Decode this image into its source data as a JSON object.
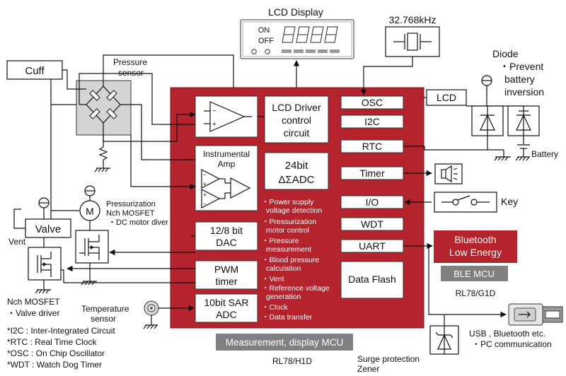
{
  "labels": {
    "lcd_display": "LCD Display",
    "lcd_on": "ON",
    "lcd_off": "OFF",
    "crystal": "32.768kHz",
    "diode": "Diode",
    "diode_desc_1": "・Prevent",
    "diode_desc_2": "battery",
    "diode_desc_3": "inversion",
    "lcd": "LCD",
    "battery": "Battery",
    "key": "Key",
    "cuff": "Cuff",
    "pressure_sensor_1": "Pressure",
    "pressure_sensor_2": "sensor",
    "pressurization_1": "Pressurization",
    "pressurization_2": "Nch MOSFET",
    "pressurization_3": "・DC motor diver",
    "motor": "M",
    "valve": "Valve",
    "vent": "Vent",
    "nch_mosfet": "Nch MOSFET",
    "valve_driver": "・Valve driver",
    "temp_sensor_1": "Temperature",
    "temp_sensor_2": "sensor",
    "usb_1": "USB , Bluetooth etc.",
    "usb_2": "・PC communication",
    "surge_1": "Surge protection",
    "surge_2": "Zener"
  },
  "mcu": {
    "instr_amp_1": "Instrumental",
    "instr_amp_2": "Amp",
    "lcd_driver_1": "LCD Driver",
    "lcd_driver_2": "control",
    "lcd_driver_3": "circuit",
    "adc24_1": "24bit",
    "adc24_2": "ΔΣADC",
    "dac_1": "12/8 bit",
    "dac_2": "DAC",
    "pwm_1": "PWM",
    "pwm_2": "timer",
    "sar_1": "10bit SAR",
    "sar_2": "ADC",
    "osc": "OSC",
    "i2c": "I2C",
    "rtc": "RTC",
    "timer": "Timer",
    "io": "I/O",
    "wdt": "WDT",
    "uart": "UART",
    "data_flash": "Data Flash",
    "functions": [
      "・Power supply",
      "  voltage detection",
      "・Pressurization",
      "  motor control",
      "・Pressure",
      "  measurement",
      "・Blood pressure",
      "  calculation",
      "・Vent",
      "・Reference voltage",
      "  generation",
      "・Clock",
      "・Data transfer"
    ],
    "caption": "Measurement, display MCU",
    "part": "RL78/H1D"
  },
  "ble": {
    "line1": "Bluetooth",
    "line2": "Low Energy",
    "caption": "BLE MCU",
    "part": "RL78/G1D"
  },
  "legend": [
    "*I2C : Inter-Integrated Circuit",
    "*RTC : Real Time Clock",
    "*OSC : On Chip Oscillator",
    "*WDT : Watch Dog Timer"
  ],
  "colors": {
    "mcu_red": "#b5232d",
    "caption_gray": "#808080",
    "sensor_gray": "#d4d4d4"
  }
}
